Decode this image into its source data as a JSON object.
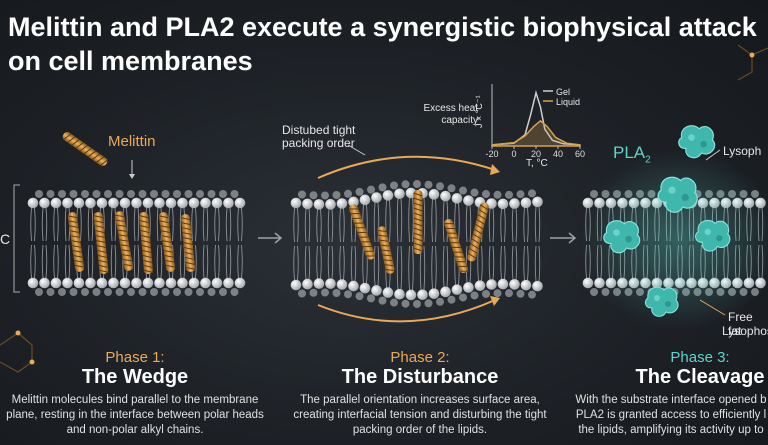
{
  "title": "Melittin and PLA2 execute a synergistic biophysical attack on cell membranes",
  "labels": {
    "melittin": "Melittin",
    "disturbed": "Distubed tight packing order",
    "pla2": "PLA",
    "pla2_sub": "2",
    "lyso_top": "Lysoph",
    "free_fatty": "Free fat",
    "lyso_bottom": "Lysophos",
    "left_edge": "C"
  },
  "inset": {
    "ylabel": "Excess heat capacity",
    "yunit": "J × °C⁻¹",
    "xlabel": "T, °C",
    "legend": [
      "Gel",
      "Liquid"
    ]
  },
  "chart_data": {
    "type": "line",
    "x_ticks": [
      -20,
      0,
      20,
      40,
      60
    ],
    "xlabel": "T, °C",
    "ylabel": "Excess heat capacity",
    "series": [
      {
        "name": "Gel",
        "x": [
          -20,
          0,
          10,
          15,
          20,
          24,
          28,
          35,
          45,
          60
        ],
        "y": [
          0.02,
          0.05,
          0.2,
          0.55,
          0.95,
          0.7,
          0.3,
          0.1,
          0.04,
          0.02
        ]
      },
      {
        "name": "Liquid",
        "x": [
          -20,
          0,
          10,
          18,
          24,
          30,
          38,
          48,
          60
        ],
        "y": [
          0.02,
          0.06,
          0.18,
          0.35,
          0.45,
          0.35,
          0.15,
          0.05,
          0.02
        ]
      }
    ]
  },
  "phases": [
    {
      "num": "Phase 1:",
      "name": "The Wedge",
      "desc": "Melittin molecules bind parallel to the membrane plane, resting in the interface between polar heads and non-polar alkyl chains."
    },
    {
      "num": "Phase 2:",
      "name": "The Disturbance",
      "desc": "The parallel orientation increases surface area, creating interfacial tension and disturbing the tight packing order of the lipids."
    },
    {
      "num": "Phase 3:",
      "name": "The Cleavage",
      "desc": "With the substrate interface opened b PLA2 is granted access to efficiently l the lipids, amplifying its activity up to"
    }
  ],
  "colors": {
    "gold": "#e9a955",
    "teal": "#5fd3c9",
    "gel": "#cfcfcf",
    "liquid": "#d6a24a"
  }
}
